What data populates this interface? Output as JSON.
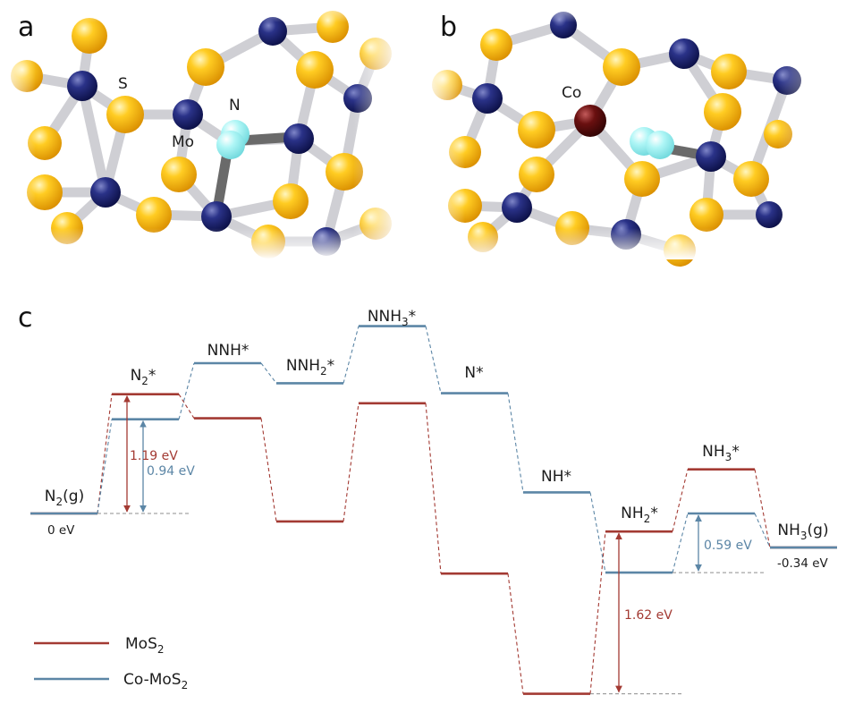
{
  "colors": {
    "mos2": "#a33a33",
    "co_mos2": "#5c86a6",
    "mo_atom": "#1c2370",
    "s_atom": "#f5bd12",
    "n_atom": "#9ef2f2",
    "co_atom": "#5a0b0b",
    "bond": "#cfcfd4"
  },
  "panels": {
    "a": {
      "letter": "a",
      "labels": {
        "s": "S",
        "mo": "Mo",
        "n": "N"
      }
    },
    "b": {
      "letter": "b",
      "labels": {
        "co": "Co"
      }
    },
    "c": {
      "letter": "c"
    }
  },
  "chart_data": {
    "type": "energy-level diagram",
    "steps": [
      {
        "base": "N",
        "sub": "2",
        "rest": "(g)"
      },
      {
        "base": "N",
        "sub": "2",
        "rest": "*"
      },
      {
        "base": "NNH*",
        "sub": "",
        "rest": ""
      },
      {
        "base": "NNH",
        "sub": "2",
        "rest": "*"
      },
      {
        "base": "NNH",
        "sub": "3",
        "rest": "*"
      },
      {
        "base": "N*",
        "sub": "",
        "rest": ""
      },
      {
        "base": "NH*",
        "sub": "",
        "rest": ""
      },
      {
        "base": "NH",
        "sub": "2",
        "rest": "*"
      },
      {
        "base": "NH",
        "sub": "3",
        "rest": "*"
      },
      {
        "base": "NH",
        "sub": "3",
        "rest": "(g)"
      }
    ],
    "series": [
      {
        "name": "MoS2",
        "name_base": "MoS",
        "name_sub": "2",
        "values": [
          0,
          1.19,
          0.95,
          -0.08,
          1.1,
          -0.6,
          -1.8,
          -0.18,
          0.44,
          -0.34
        ]
      },
      {
        "name": "Co-MoS2",
        "name_base": "Co-MoS",
        "name_sub": "2",
        "values": [
          0,
          0.94,
          1.5,
          1.3,
          1.87,
          1.2,
          0.21,
          -0.59,
          0,
          -0.34
        ]
      }
    ],
    "annotations": {
      "zero": "0 eV",
      "end": "-0.34 eV",
      "barrier_mos2_n2": "1.19 eV",
      "barrier_co_n2": "0.94 eV",
      "barrier_mos2_nh2": "1.62 eV",
      "barrier_co_nh3": "0.59 eV"
    }
  }
}
